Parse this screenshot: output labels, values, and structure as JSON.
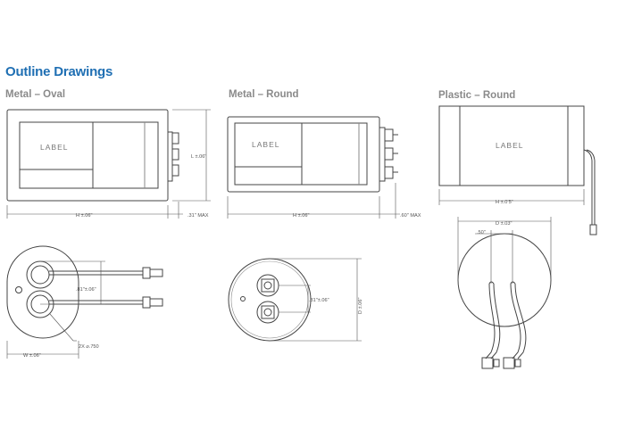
{
  "page": {
    "title": "Outline Drawings"
  },
  "sections": {
    "metal_oval": "Metal – Oval",
    "metal_round": "Metal – Round",
    "plastic_round": "Plastic – Round"
  },
  "labels": {
    "oval": "LABEL",
    "round": "LABEL",
    "plastic": "LABEL"
  },
  "dims": {
    "oval_height": "H ±.06\"",
    "oval_length": "L ±.06\"",
    "oval_terminal": ".31\" MAX",
    "oval_width": "W ±.06\"",
    "oval_spacing": ".81\"±.06\"",
    "oval_holes": "2X ⌀.750",
    "round_height": "H ±.06\"",
    "round_terminal": ".60\" MAX",
    "round_spacing": ".81\"±.06\"",
    "round_diameter": "D ±.06\"",
    "plastic_height": "H ±.0’5\"",
    "plastic_diameter": "D ±.03\"",
    "plastic_offset": ".50\""
  }
}
